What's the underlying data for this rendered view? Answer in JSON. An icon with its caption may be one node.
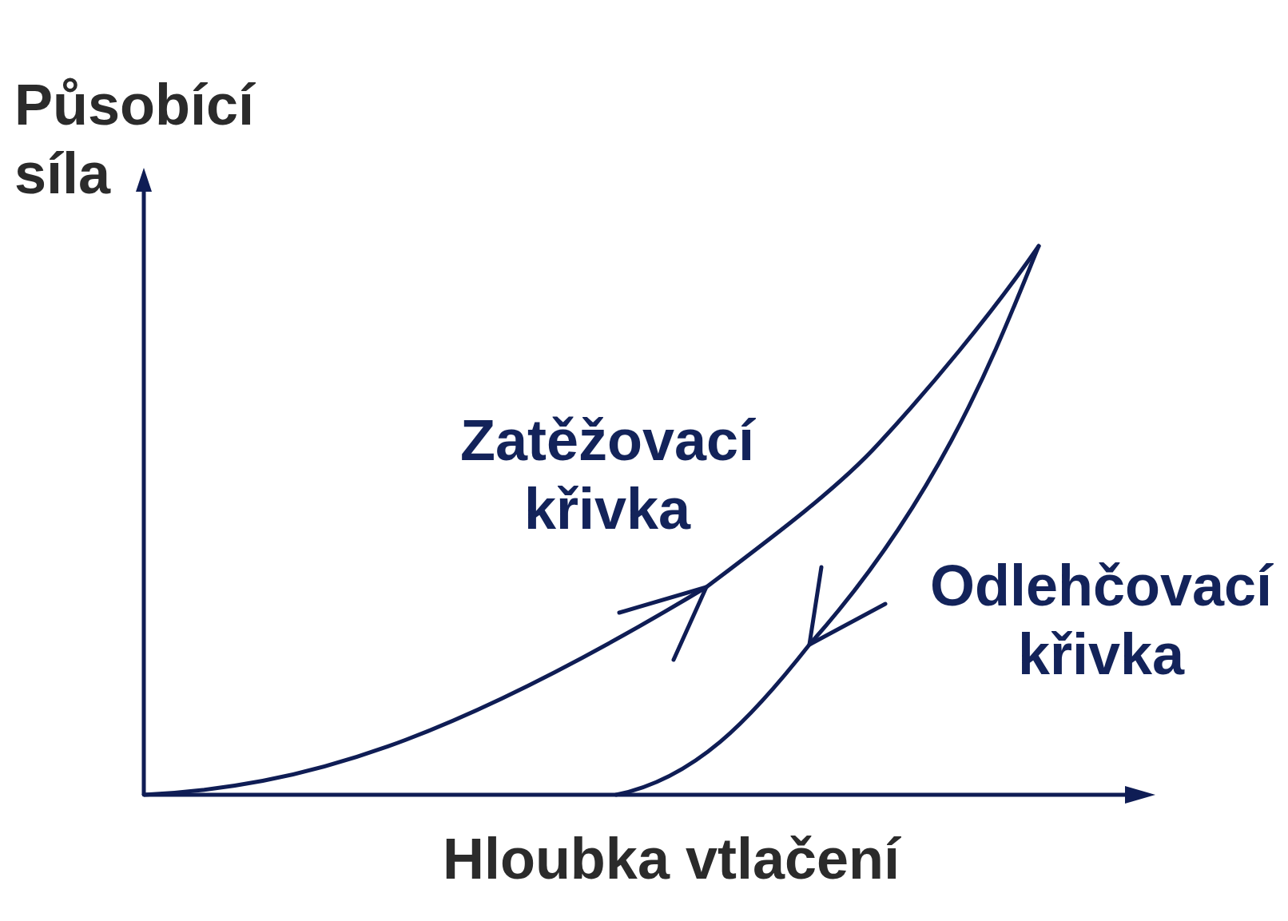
{
  "diagram": {
    "labels": [
      "Působící síla",
      "Zatěžovací křivka",
      "Odlehčovací křivka",
      "Hloubka vtlačení"
    ]
  }
}
